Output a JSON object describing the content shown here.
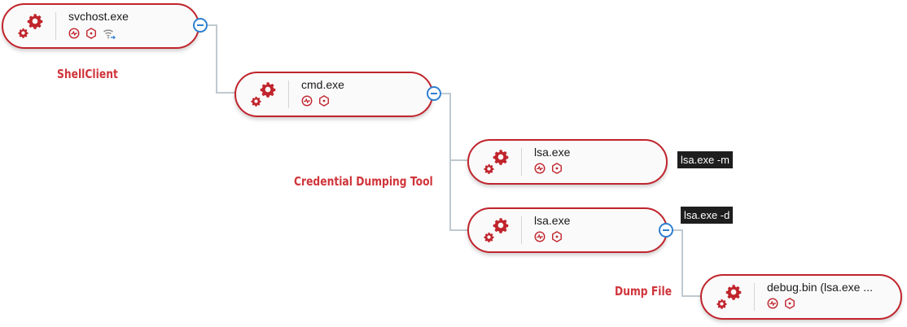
{
  "nodes": [
    {
      "id": "svchost",
      "title": "svchost.exe",
      "badges": [
        "activity-icon",
        "shield-icon",
        "network-icon"
      ]
    },
    {
      "id": "cmd",
      "title": "cmd.exe",
      "badges": [
        "activity-icon",
        "shield-icon"
      ]
    },
    {
      "id": "lsa1",
      "title": "lsa.exe",
      "badges": [
        "activity-icon",
        "shield-icon"
      ]
    },
    {
      "id": "lsa2",
      "title": "lsa.exe",
      "badges": [
        "activity-icon",
        "shield-icon"
      ]
    },
    {
      "id": "debug",
      "title": "debug.bin (lsa.exe ...",
      "badges": [
        "activity-icon",
        "shield-icon"
      ]
    }
  ],
  "annotations": {
    "shellclient": "ShellClient",
    "credential_tool": "Credential Dumping Tool",
    "dump_file": "Dump File"
  },
  "tags": {
    "lsa1_cmd": "lsa.exe -m",
    "lsa2_cmd": "lsa.exe -d"
  },
  "colors": {
    "accent": "#c0242c",
    "annotation": "#d0343a",
    "connector": "#bfc9d0",
    "collapse": "#2f7fd0"
  }
}
